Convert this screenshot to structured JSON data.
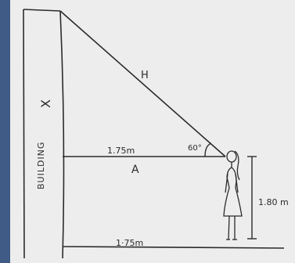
{
  "diagram": {
    "building_letter": "X",
    "building_label": "BUILDING",
    "hypotenuse_label": "H",
    "top_distance_label": "1.75m",
    "angle_label": "60°",
    "horizontal_label": "A",
    "height_label": "1.80 m",
    "ground_label": "1·75m"
  },
  "colors": {
    "paper": "#ededee",
    "ink": "#2b2b2b",
    "left_edge": "#3f5b86",
    "background": "#555a61"
  }
}
